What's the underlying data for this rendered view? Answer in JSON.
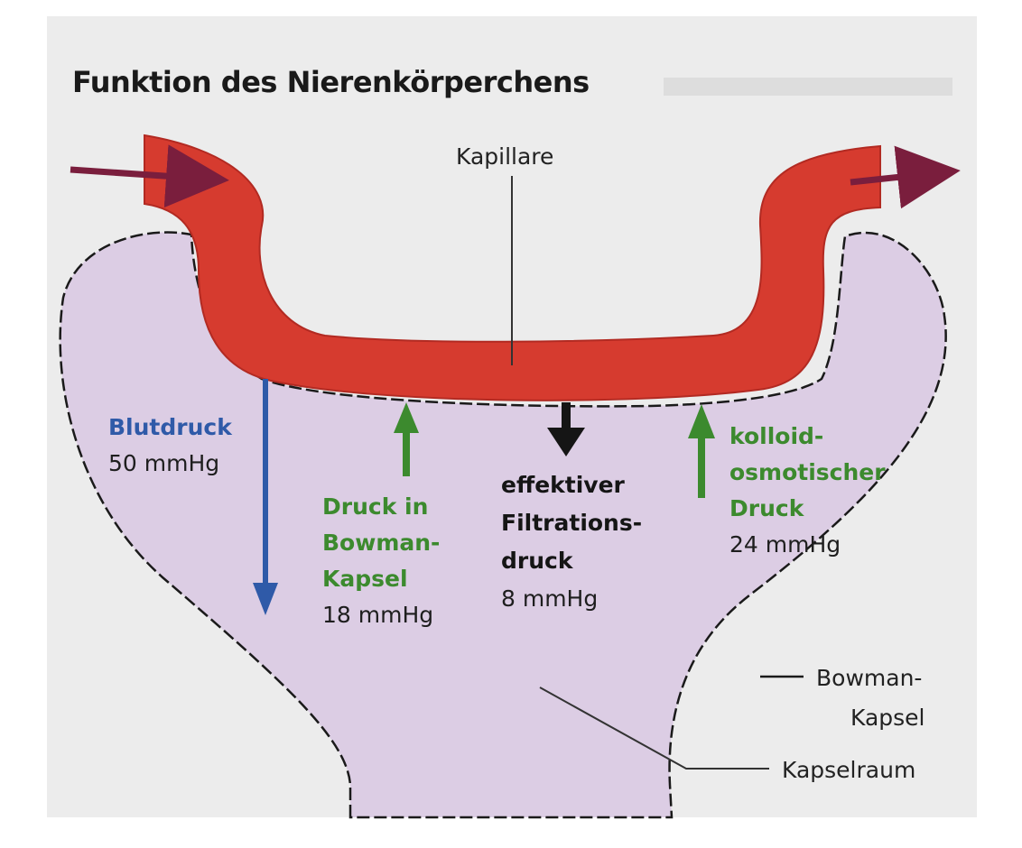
{
  "title": "Funktion des Nierenkörperchens",
  "labels": {
    "capillary": "Kapillare",
    "bowman_capsule": [
      "Bowman-",
      "Kapsel"
    ],
    "capsule_space": "Kapselraum"
  },
  "pressures": {
    "blood": {
      "label": [
        "Blutdruck"
      ],
      "value": "50 mmHg",
      "color": "#2f5aa8"
    },
    "bowman": {
      "label": [
        "Druck in",
        "Bowman-",
        "Kapsel"
      ],
      "value": "18 mmHg",
      "color": "#3c8a2e"
    },
    "effective": {
      "label": [
        "effektiver",
        "Filtrations-",
        "druck"
      ],
      "value": "8 mmHg",
      "color": "#151515"
    },
    "colloid": {
      "label": [
        "kolloid-",
        "osmotischer",
        "Druck"
      ],
      "value": "24 mmHg",
      "color": "#3c8a2e"
    }
  },
  "colors": {
    "capillary": "#d63b2f",
    "capsule": "#dccde4",
    "inflow_arrow": "#7a1e3d",
    "background": "#ececec"
  }
}
